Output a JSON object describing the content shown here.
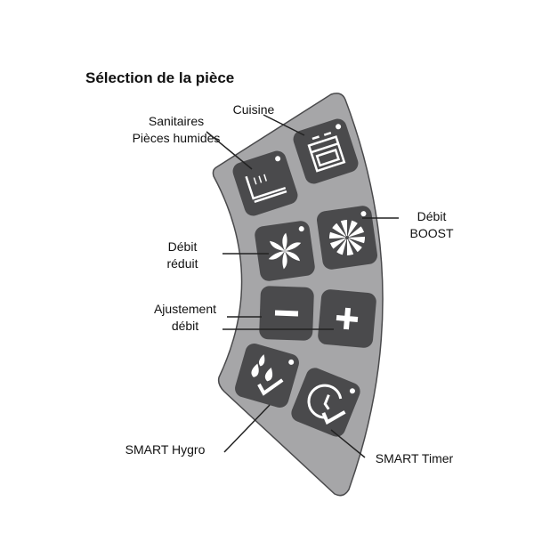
{
  "title": "Sélection de la pièce",
  "labels": {
    "sanitaires": "Sanitaires",
    "pieces_humides": "Pièces humides",
    "cuisine": "Cuisine",
    "debit_boost_1": "Débit",
    "debit_boost_2": "BOOST",
    "debit_reduit_1": "Débit",
    "debit_reduit_2": "réduit",
    "ajustement_1": "Ajustement",
    "ajustement_2": "débit",
    "smart_hygro": "SMART Hygro",
    "smart_timer": "SMART Timer"
  },
  "colors": {
    "panel": "#a6a6a8",
    "button": "#4a4a4c",
    "icon": "#ffffff"
  }
}
